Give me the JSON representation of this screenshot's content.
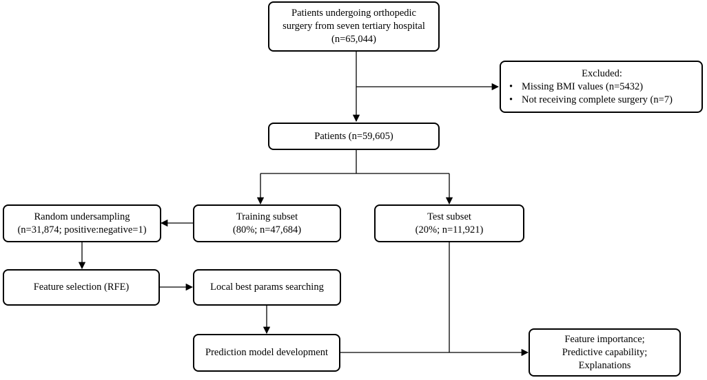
{
  "nodes": {
    "patients_all": [
      "Patients undergoing orthopedic",
      "surgery from seven tertiary hospital",
      "(n=65,044)"
    ],
    "excluded": {
      "title": "Excluded:",
      "items": [
        "Missing BMI values (n=5432)",
        "Not receiving complete surgery (n=7)"
      ]
    },
    "patients": [
      "Patients (n=59,605)"
    ],
    "undersampling": [
      "Random undersampling",
      "(n=31,874; positive:negative=1)"
    ],
    "training": [
      "Training subset",
      "(80%; n=47,684)"
    ],
    "test": [
      "Test subset",
      "(20%; n=11,921)"
    ],
    "feature_selection": [
      "Feature selection (RFE)"
    ],
    "params_search": [
      "Local best params searching"
    ],
    "model_dev": [
      "Prediction model development"
    ],
    "outputs": [
      "Feature importance;",
      "Predictive capability;",
      "Explanations"
    ]
  },
  "bullet_glyph": "•"
}
